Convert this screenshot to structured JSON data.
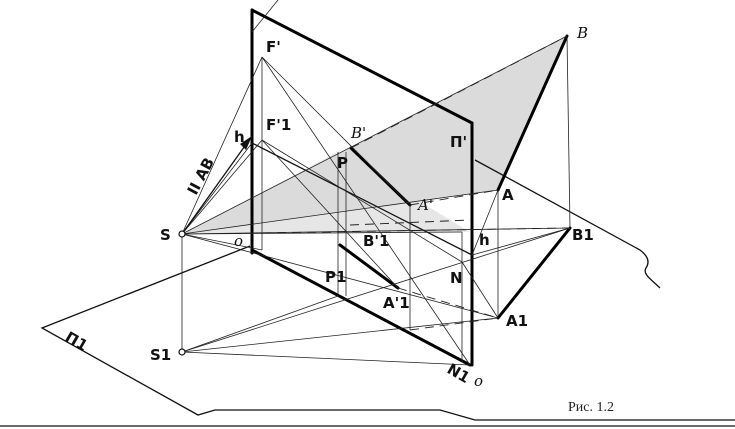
{
  "caption": "Рис. 1.2",
  "labels": {
    "B": "B",
    "F_prime": "F'",
    "F1_prime": "F'1",
    "h_left": "h",
    "h_right": "h",
    "B_prime": "B'",
    "P": "P",
    "Pi_prime": "Π'",
    "A": "A",
    "A_prime": "A'",
    "B1": "B1",
    "B1_prime": "B'1",
    "S": "S",
    "O_left": "o",
    "N": "N",
    "P1": "P1",
    "A1_prime": "A'1",
    "A1": "A1",
    "Pi1": "Π1",
    "S1": "S1",
    "N1": "N1",
    "O_bottom": "o",
    "parallel_AB": "II AB"
  },
  "colors": {
    "ink": "#111111",
    "shade": "#cfcfcf"
  }
}
